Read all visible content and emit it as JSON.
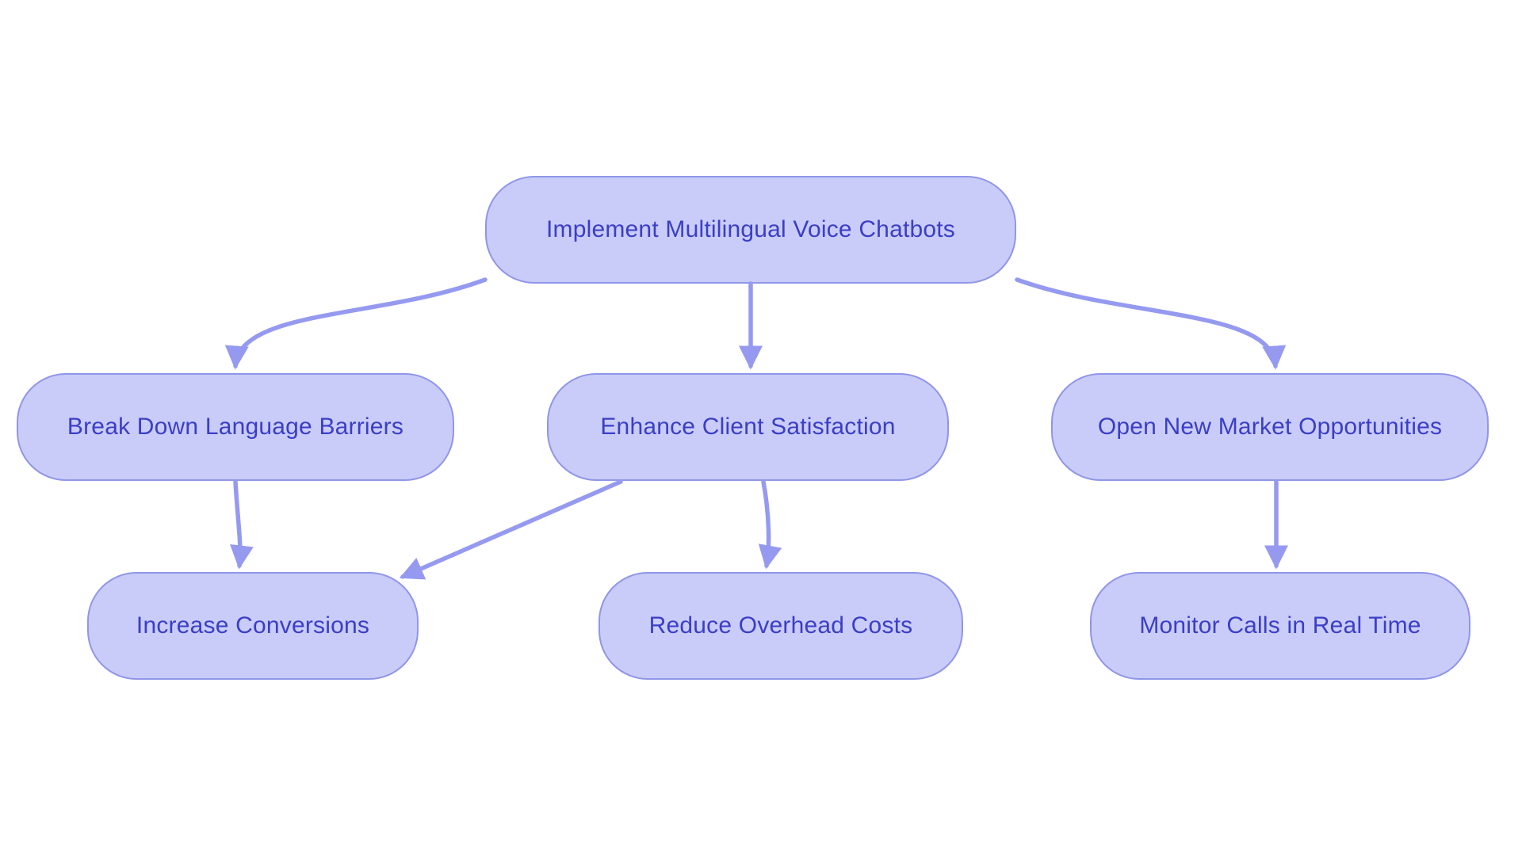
{
  "diagram": {
    "type": "flowchart",
    "nodes": {
      "root": {
        "label": "Implement Multilingual Voice Chatbots"
      },
      "barriers": {
        "label": "Break Down Language Barriers"
      },
      "satisfaction": {
        "label": "Enhance Client Satisfaction"
      },
      "market": {
        "label": "Open New Market Opportunities"
      },
      "conversions": {
        "label": "Increase Conversions"
      },
      "overhead": {
        "label": "Reduce Overhead Costs"
      },
      "monitor": {
        "label": "Monitor Calls in Real Time"
      }
    },
    "edges": [
      {
        "from": "Implement Multilingual Voice Chatbots",
        "to": "Break Down Language Barriers"
      },
      {
        "from": "Implement Multilingual Voice Chatbots",
        "to": "Enhance Client Satisfaction"
      },
      {
        "from": "Implement Multilingual Voice Chatbots",
        "to": "Open New Market Opportunities"
      },
      {
        "from": "Break Down Language Barriers",
        "to": "Increase Conversions"
      },
      {
        "from": "Enhance Client Satisfaction",
        "to": "Increase Conversions"
      },
      {
        "from": "Enhance Client Satisfaction",
        "to": "Reduce Overhead Costs"
      },
      {
        "from": "Open New Market Opportunities",
        "to": "Monitor Calls in Real Time"
      }
    ],
    "colors": {
      "background": "#ffffff",
      "node_fill": "#c9ccf8",
      "node_border": "#9096e8",
      "edge": "#959af0",
      "text": "#3b3ec6"
    }
  }
}
